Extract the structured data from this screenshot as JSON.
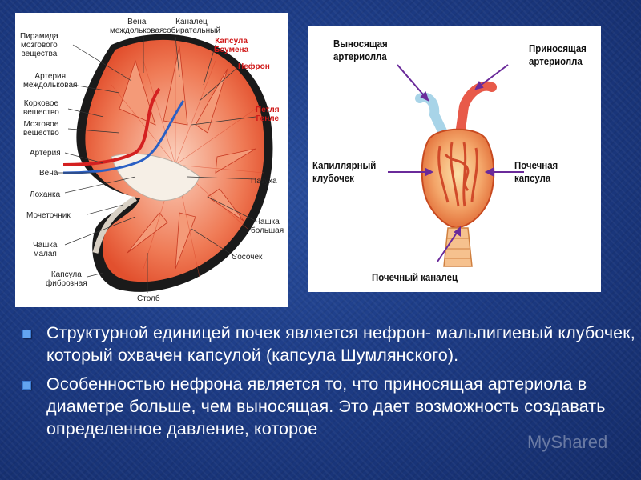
{
  "kidney_diagram": {
    "labels": {
      "pyramid": "Пирамида\nмозгового\nвещества",
      "interlobar_vein": "Вена\nмеждольковая",
      "collecting_duct": "Каналец\nсобирательный",
      "bowman_capsule": "Капсула\nБоумена",
      "nephron": "Нефрон",
      "interlobar_artery": "Артерия\nмеждольковая",
      "cortex": "Корковое\nвещество",
      "medulla": "Мозговое\nвещество",
      "henle_loop": "Петля\nГенле",
      "artery": "Артерия",
      "vein": "Вена",
      "sinus": "Пазуха",
      "pelvis": "Лоханка",
      "ureter": "Мочеточник",
      "major_calyx": "Чашка\nбольшая",
      "minor_calyx": "Чашка\nмалая",
      "papilla": "Сосочек",
      "fibrous_capsule": "Капсула\nфиброзная",
      "column": "Столб"
    }
  },
  "nephron_diagram": {
    "labels": {
      "efferent_arteriole": "Выносящая\nартериолла",
      "afferent_arteriole": "Приносящая\nартериолла",
      "capillary_glomerulus": "Капиллярный\nклубочек",
      "renal_capsule": "Почечная\n      капсула",
      "renal_tubule": "Почечный каналец"
    }
  },
  "bullets": [
    "Структурной единицей почек является нефрон- мальпигиевый клубочек, который охвачен капсулой (капсула Шумлянского).",
    "Особенностью нефрона является то, что приносящая артериола  в диаметре больше, чем выносящая. Это дает возможность создавать определенное давление, которое"
  ],
  "watermark": "MyShared",
  "colors": {
    "background": "#1d3c86",
    "bullet_marker": "#63a4f0",
    "label_red": "#d01818",
    "tissue": "#e85a3c",
    "arrow": "#6a2a9a"
  }
}
